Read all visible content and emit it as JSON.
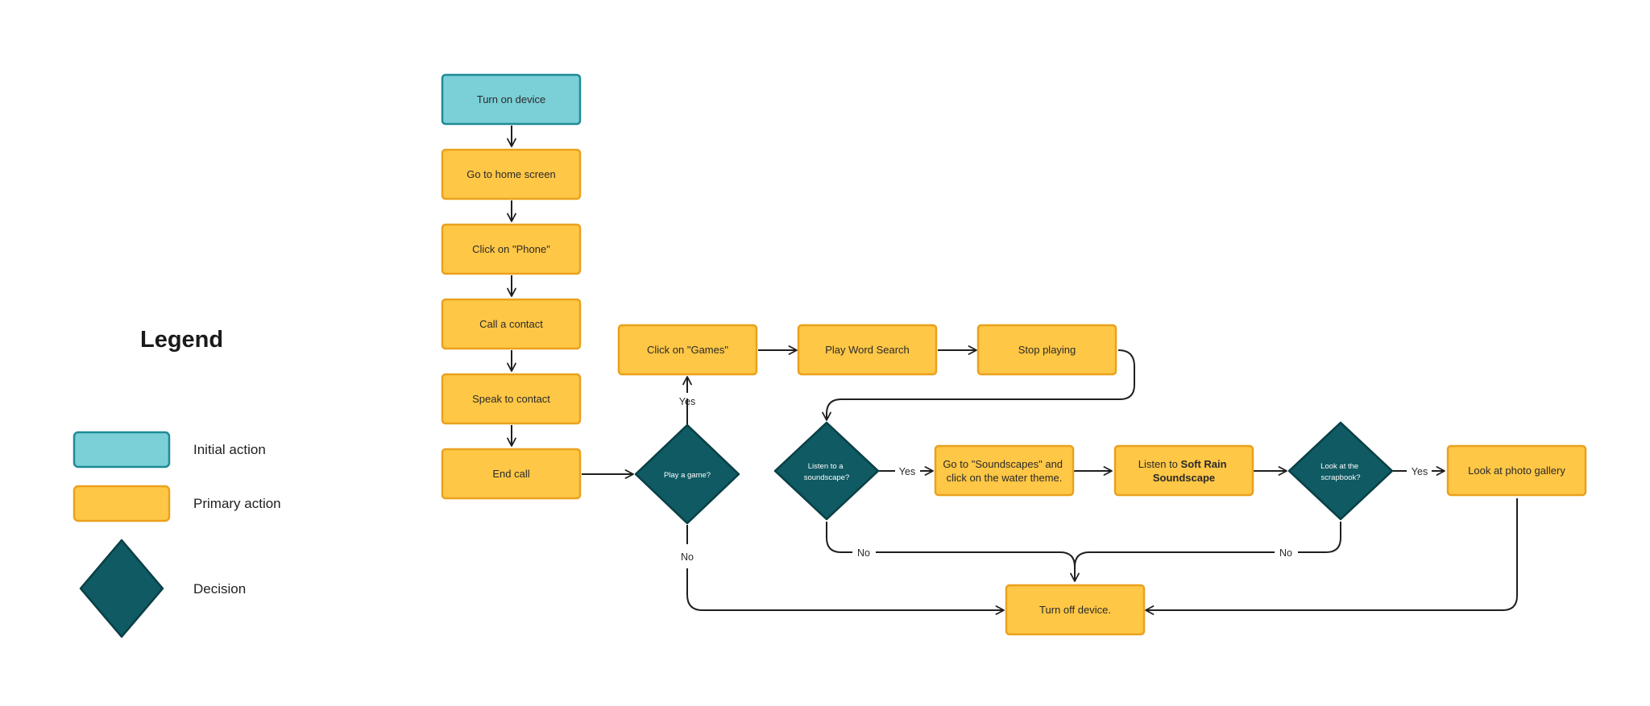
{
  "legend": {
    "title": "Legend",
    "items": [
      {
        "label": "Initial action"
      },
      {
        "label": "Primary action"
      },
      {
        "label": "Decision"
      }
    ]
  },
  "colors": {
    "initial_fill": "#7bcfd6",
    "initial_stroke": "#1f8a96",
    "primary_fill": "#fec746",
    "primary_stroke": "#eaa11d",
    "decision_fill": "#0f5a63",
    "decision_stroke": "#0a3f46",
    "edge": "#1f1f1f"
  },
  "nodes": {
    "turn_on": "Turn on device",
    "home": "Go to home screen",
    "phone": "Click on \"Phone\"",
    "call": "Call a contact",
    "speak": "Speak to contact",
    "end_call": "End call",
    "play_game_q": "Play a game?",
    "games": "Click on \"Games\"",
    "word_search": "Play Word Search",
    "stop": "Stop playing",
    "soundscape_q": [
      "Listen to a",
      "soundscape?"
    ],
    "go_soundscapes": [
      "Go to \"Soundscapes\" and",
      "click on the water theme."
    ],
    "listen_soft_rain": {
      "prefix": "Listen to ",
      "bold_1": "Soft Rain",
      "bold_2": "Soundscape"
    },
    "scrapbook_q": [
      "Look at the",
      "scrapbook?"
    ],
    "photo_gallery": "Look at photo gallery",
    "turn_off": "Turn off device."
  },
  "edge_labels": {
    "yes": "Yes",
    "no": "No"
  }
}
